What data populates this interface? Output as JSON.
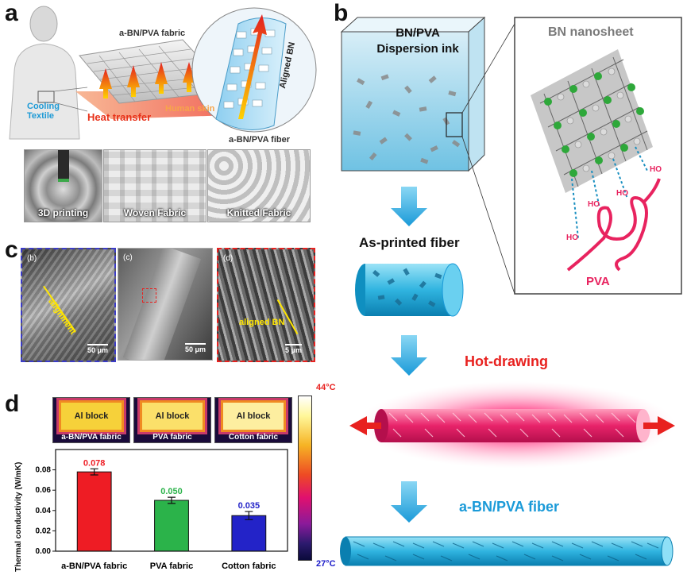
{
  "panel_a": {
    "letter": "a",
    "person_label": "Cooling\nTextile",
    "fabric_label": "a-BN/PVA fabric",
    "heat_transfer": "Heat transfer",
    "skin": "Human skin",
    "aligned_bn": "Aligned BN",
    "fiber_label": "a-BN/PVA fiber",
    "photos": [
      "3D printing",
      "Woven Fabric",
      "Knitted Fabric"
    ]
  },
  "panel_b": {
    "letter": "b",
    "ink_label": "BN/PVA\nDispersion ink",
    "nanosheet_label": "BN nanosheet",
    "ho": "HO",
    "pva_label": "PVA",
    "as_printed": "As-printed fiber",
    "hot_drawing": "Hot-drawing",
    "final_fiber": "a-BN/PVA fiber"
  },
  "panel_c": {
    "letter": "c",
    "images": [
      {
        "tag": "(b)",
        "annotation": "alignment",
        "scale": "50 μm"
      },
      {
        "tag": "(c)",
        "annotation": "",
        "scale": "50 μm"
      },
      {
        "tag": "(d)",
        "annotation": "aligned BN",
        "scale": "5 μm"
      }
    ]
  },
  "panel_d": {
    "letter": "d",
    "ir_labels": [
      "Al block",
      "Al block",
      "Al block"
    ],
    "ir_captions": [
      "a-BN/PVA fabric",
      "PVA fabric",
      "Cotton fabric"
    ],
    "colorbar_max": "44°C",
    "colorbar_min": "27°C",
    "colors": {
      "bar1": "#ee1c24",
      "bar2": "#2bb34a",
      "bar3": "#2323c8"
    }
  },
  "chart_data": {
    "type": "bar",
    "categories": [
      "a-BN/PVA fabric",
      "PVA fabric",
      "Cotton fabric"
    ],
    "values": [
      0.078,
      0.05,
      0.035
    ],
    "errors": [
      0.003,
      0.003,
      0.004
    ],
    "value_labels": [
      "0.078",
      "0.050",
      "0.035"
    ],
    "ylabel": "Thermal conductivity (W/mK)",
    "ylim": [
      0,
      0.1
    ],
    "yticks": [
      "0.00",
      "0.02",
      "0.04",
      "0.06",
      "0.08"
    ],
    "ytick_values": [
      0,
      0.02,
      0.04,
      0.06,
      0.08
    ]
  }
}
